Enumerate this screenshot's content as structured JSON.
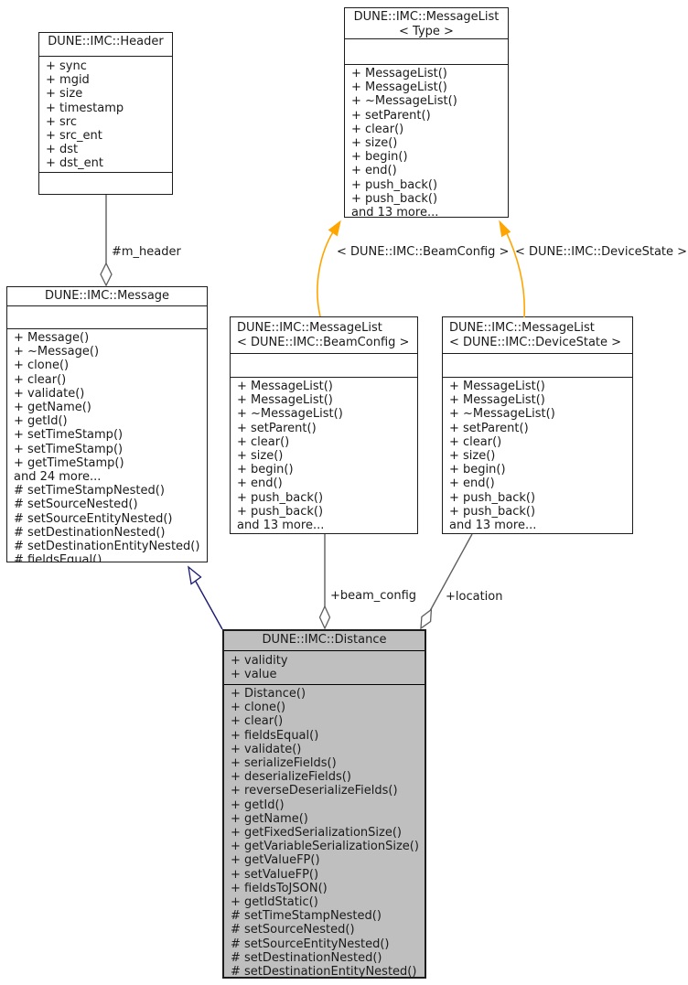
{
  "classes": {
    "header": {
      "title_lines": [
        "DUNE::IMC::Header"
      ],
      "attributes": [
        "+ sync",
        "+ mgid",
        "+ size",
        "+ timestamp",
        "+ src",
        "+ src_ent",
        "+ dst",
        "+ dst_ent"
      ],
      "methods": []
    },
    "messagelist_type": {
      "title_lines": [
        "DUNE::IMC::MessageList",
        "< Type >"
      ],
      "attributes": [],
      "methods": [
        "+ MessageList()",
        "+ MessageList()",
        "+ ~MessageList()",
        "+ setParent()",
        "+ clear()",
        "+ size()",
        "+ begin()",
        "+ end()",
        "+ push_back()",
        "+ push_back()",
        "and 13 more..."
      ]
    },
    "message": {
      "title_lines": [
        "DUNE::IMC::Message"
      ],
      "attributes": [],
      "methods": [
        "+ Message()",
        "+ ~Message()",
        "+ clone()",
        "+ clear()",
        "+ validate()",
        "+ getName()",
        "+ getId()",
        "+ setTimeStamp()",
        "+ setTimeStamp()",
        "+ getTimeStamp()",
        "and 24 more...",
        "# setTimeStampNested()",
        "# setSourceNested()",
        "# setSourceEntityNested()",
        "# setDestinationNested()",
        "# setDestinationEntityNested()",
        "# fieldsEqual()"
      ]
    },
    "messagelist_beamconfig": {
      "title_lines": [
        "DUNE::IMC::MessageList",
        "< DUNE::IMC::BeamConfig >"
      ],
      "attributes": [],
      "methods": [
        "+ MessageList()",
        "+ MessageList()",
        "+ ~MessageList()",
        "+ setParent()",
        "+ clear()",
        "+ size()",
        "+ begin()",
        "+ end()",
        "+ push_back()",
        "+ push_back()",
        "and 13 more..."
      ]
    },
    "messagelist_devicestate": {
      "title_lines": [
        "DUNE::IMC::MessageList",
        "< DUNE::IMC::DeviceState >"
      ],
      "attributes": [],
      "methods": [
        "+ MessageList()",
        "+ MessageList()",
        "+ ~MessageList()",
        "+ setParent()",
        "+ clear()",
        "+ size()",
        "+ begin()",
        "+ end()",
        "+ push_back()",
        "+ push_back()",
        "and 13 more..."
      ]
    },
    "distance": {
      "title_lines": [
        "DUNE::IMC::Distance"
      ],
      "attributes": [
        "+ validity",
        "+ value"
      ],
      "methods": [
        "+ Distance()",
        "+ clone()",
        "+ clear()",
        "+ fieldsEqual()",
        "+ validate()",
        "+ serializeFields()",
        "+ deserializeFields()",
        "+ reverseDeserializeFields()",
        "+ getId()",
        "+ getName()",
        "+ getFixedSerializationSize()",
        "+ getVariableSerializationSize()",
        "+ getValueFP()",
        "+ setValueFP()",
        "+ fieldsToJSON()",
        "+ getIdStatic()",
        "# setTimeStampNested()",
        "# setSourceNested()",
        "# setSourceEntityNested()",
        "# setDestinationNested()",
        "# setDestinationEntityNested()"
      ]
    }
  },
  "edges": {
    "m_header": {
      "label": "#m_header",
      "type": "aggregation"
    },
    "template_beamconfig": {
      "label": "< DUNE::IMC::BeamConfig >",
      "type": "template instantiation"
    },
    "template_devicestate": {
      "label": "< DUNE::IMC::DeviceState >",
      "type": "template instantiation"
    },
    "inheritance": {
      "label": "",
      "type": "public inheritance"
    },
    "beam_config": {
      "label": "+beam_config",
      "type": "aggregation"
    },
    "location": {
      "label": "+location",
      "type": "aggregation"
    }
  },
  "colors": {
    "template_edge": "#ffa500",
    "inheritance_edge": "#191970",
    "aggregation_edge": "#5e5e5e",
    "highlight_fill": "#bfbfbf",
    "box_fill": "#ffffff",
    "border": "#1c1c1c"
  }
}
